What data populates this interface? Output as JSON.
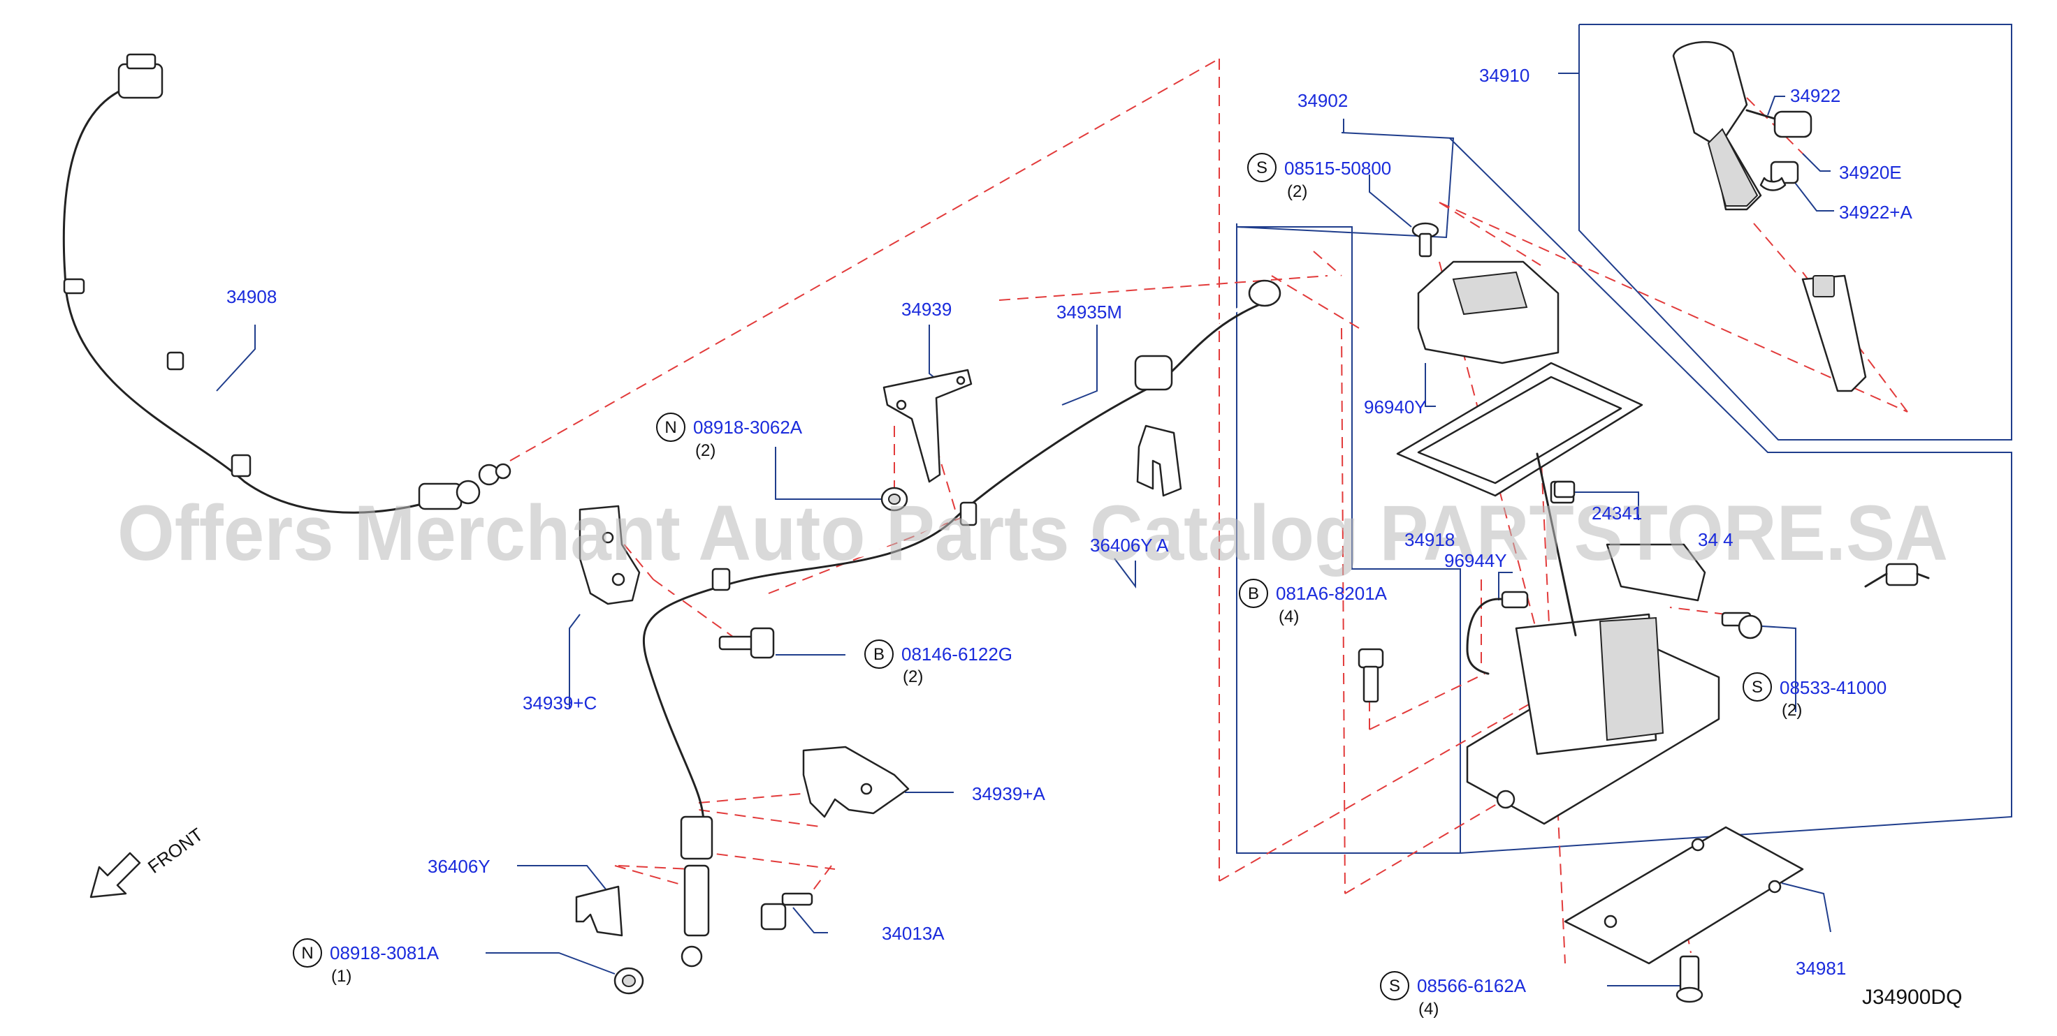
{
  "diagram_code": "J34900DQ",
  "watermark": "Offers Merchant Auto Parts Catalog PARTSTORE.SA",
  "front_label": "FRONT",
  "parts": [
    {
      "id": "p34908",
      "number": "34908"
    },
    {
      "id": "p34939",
      "number": "34939"
    },
    {
      "id": "p34935M",
      "number": "34935M"
    },
    {
      "id": "p34902",
      "number": "34902"
    },
    {
      "id": "p34910",
      "number": "34910"
    },
    {
      "id": "p34922",
      "number": "34922"
    },
    {
      "id": "p34920E",
      "number": "34920E"
    },
    {
      "id": "p34922A",
      "number": "34922+A"
    },
    {
      "id": "p96940Y",
      "number": "96940Y"
    },
    {
      "id": "p96944Y",
      "number": "96944Y"
    },
    {
      "id": "p34939C",
      "number": "34939+C"
    },
    {
      "id": "p34939A",
      "number": "34939+A"
    },
    {
      "id": "p36406Y",
      "number": "36406Y"
    },
    {
      "id": "p34013A",
      "number": "34013A"
    },
    {
      "id": "p34981",
      "number": "34981"
    },
    {
      "id": "p36406YA",
      "number": "36406Y A"
    },
    {
      "id": "p34918",
      "number": "34918"
    },
    {
      "id": "p24341",
      "number": "24341"
    },
    {
      "id": "p3494",
      "number": "34 4"
    }
  ],
  "fasteners": [
    {
      "id": "f1",
      "prefix": "N",
      "number": "08918-3062A",
      "qty": "(2)"
    },
    {
      "id": "f2",
      "prefix": "S",
      "number": "08515-50800",
      "qty": "(2)"
    },
    {
      "id": "f3",
      "prefix": "B",
      "number": "081A6-8201A",
      "qty": "(4)"
    },
    {
      "id": "f4",
      "prefix": "B",
      "number": "08146-6122G",
      "qty": "(2)"
    },
    {
      "id": "f5",
      "prefix": "S",
      "number": "08533-41000",
      "qty": "(2)"
    },
    {
      "id": "f6",
      "prefix": "N",
      "number": "08918-3081A",
      "qty": "(1)"
    },
    {
      "id": "f7",
      "prefix": "S",
      "number": "08566-6162A",
      "qty": "(4)"
    }
  ]
}
